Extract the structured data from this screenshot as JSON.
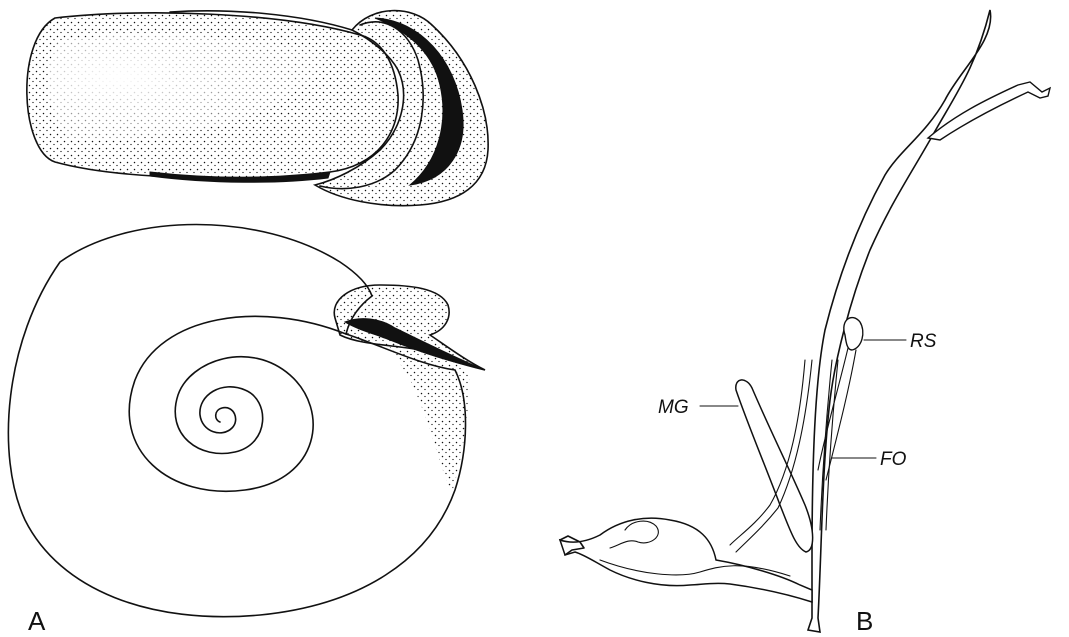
{
  "figure": {
    "panels": [
      {
        "id": "A",
        "label": "A"
      },
      {
        "id": "B",
        "label": "B"
      }
    ],
    "part_labels": {
      "rs": "RS",
      "mg": "MG",
      "fo": "FO"
    },
    "colors": {
      "ink": "#111111",
      "background": "#ffffff"
    }
  }
}
